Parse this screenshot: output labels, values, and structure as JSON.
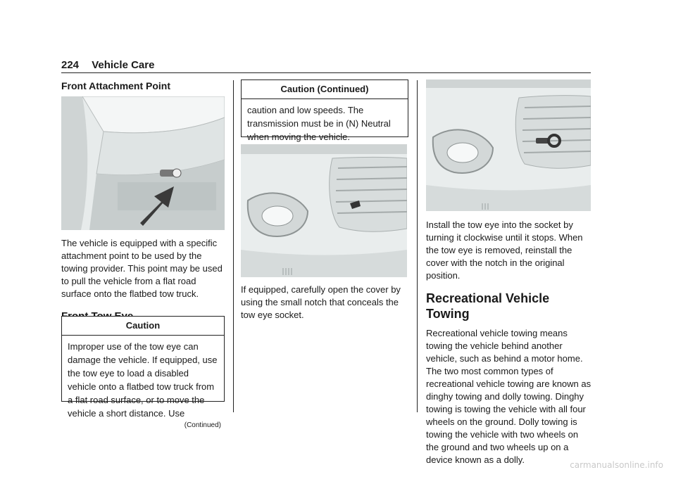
{
  "header": {
    "page_number": "224",
    "section": "Vehicle Care"
  },
  "col1": {
    "heading1": "Front Attachment Point",
    "para1": "The vehicle is equipped with a specific attachment point to be used by the towing provider. This point may be used to pull the vehicle from a flat road surface onto the flatbed tow truck.",
    "heading2": "Front Tow Eye",
    "caution": {
      "title": "Caution",
      "body": "Improper use of the tow eye can damage the vehicle. If equipped, use the tow eye to load a disabled vehicle onto a flatbed tow truck from a flat road surface, or to move the vehicle a short distance. Use",
      "continued": "(Continued)"
    }
  },
  "col2": {
    "caution": {
      "title": "Caution  (Continued)",
      "body": "caution and low speeds. The transmission must be in (N) Neutral when moving the vehicle."
    },
    "para": "If equipped, carefully open the cover by using the small notch that conceals the tow eye socket."
  },
  "col3": {
    "para": "Install the tow eye into the socket by turning it clockwise until it stops. When the tow eye is removed, reinstall the cover with the notch in the original position.",
    "heading": "Recreational Vehicle Towing",
    "para2": "Recreational vehicle towing means towing the vehicle behind another vehicle, such as behind a motor home. The two most common types of recreational vehicle towing are known as dinghy towing and dolly towing. Dinghy towing is towing the vehicle with all four wheels on the ground. Dolly towing is towing the vehicle with two wheels on the ground and two wheels up on a device known as a dolly."
  },
  "watermark": "carmanualsonline.info"
}
